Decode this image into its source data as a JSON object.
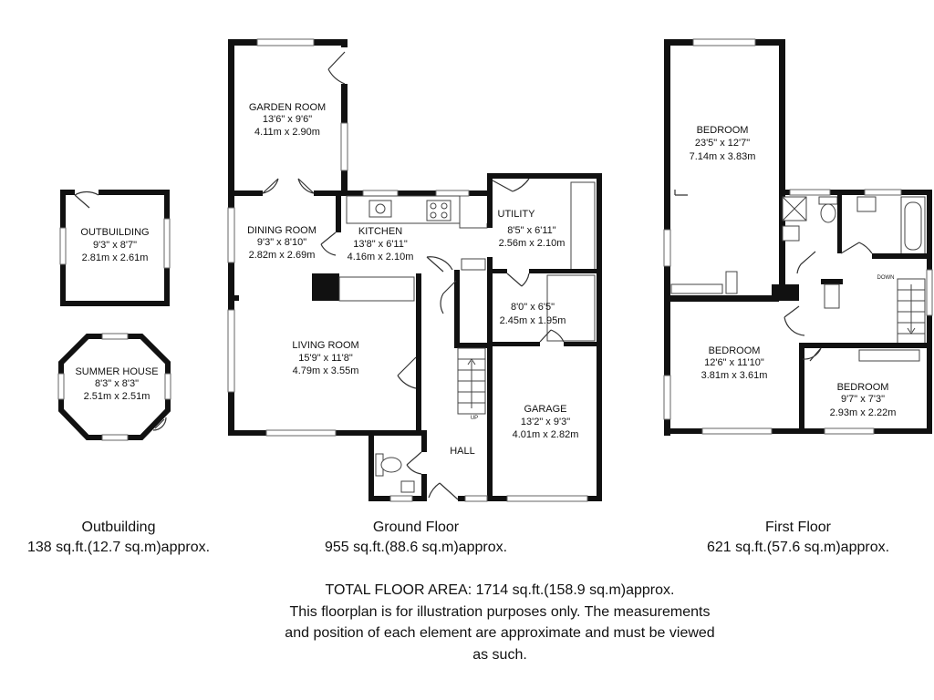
{
  "rooms": {
    "garden_room": {
      "name": "GARDEN ROOM",
      "imperial": "13'6\" x 9'6\"",
      "metric": "4.11m x 2.90m"
    },
    "dining_room": {
      "name": "DINING ROOM",
      "imperial": "9'3\" x 8'10\"",
      "metric": "2.82m x 2.69m"
    },
    "kitchen": {
      "name": "KITCHEN",
      "imperial": "13'8\" x 6'11\"",
      "metric": "4.16m x 2.10m"
    },
    "utility": {
      "name": "UTILITY",
      "imperial": "8'5\" x 6'11\"",
      "metric": "2.56m x 2.10m"
    },
    "store": {
      "imperial": "8'0\" x 6'5\"",
      "metric": "2.45m x 1.95m"
    },
    "living_room": {
      "name": "LIVING ROOM",
      "imperial": "15'9\" x 11'8\"",
      "metric": "4.79m x 3.55m"
    },
    "garage": {
      "name": "GARAGE",
      "imperial": "13'2\" x 9'3\"",
      "metric": "4.01m x 2.82m"
    },
    "hall": {
      "name": "HALL"
    },
    "outbuilding": {
      "name": "OUTBUILDING",
      "imperial": "9'3\" x 8'7\"",
      "metric": "2.81m x 2.61m"
    },
    "summer_house": {
      "name": "SUMMER HOUSE",
      "imperial": "8'3\" x 8'3\"",
      "metric": "2.51m x 2.51m"
    },
    "bedroom_1": {
      "name": "BEDROOM",
      "imperial": "23'5\" x 12'7\"",
      "metric": "7.14m x 3.83m"
    },
    "bedroom_2": {
      "name": "BEDROOM",
      "imperial": "12'6\" x 11'10\"",
      "metric": "3.81m x 3.61m"
    },
    "bedroom_3": {
      "name": "BEDROOM",
      "imperial": "9'7\" x 7'3\"",
      "metric": "2.93m x 2.22m"
    }
  },
  "markers": {
    "stairs_up": "UP",
    "stairs_down": "DOWN"
  },
  "captions": {
    "outbuilding": {
      "title": "Outbuilding",
      "area": "138 sq.ft.(12.7 sq.m)approx."
    },
    "ground_floor": {
      "title": "Ground Floor",
      "area": "955 sq.ft.(88.6 sq.m)approx."
    },
    "first_floor": {
      "title": "First Floor",
      "area": "621 sq.ft.(57.6 sq.m)approx."
    }
  },
  "footer": {
    "total": "TOTAL FLOOR AREA: 1714 sq.ft.(158.9 sq.m)approx.",
    "line1": "This floorplan is for illustration purposes only. The measurements",
    "line2": "and position of each element are approximate and must be viewed",
    "line3": "as such."
  }
}
